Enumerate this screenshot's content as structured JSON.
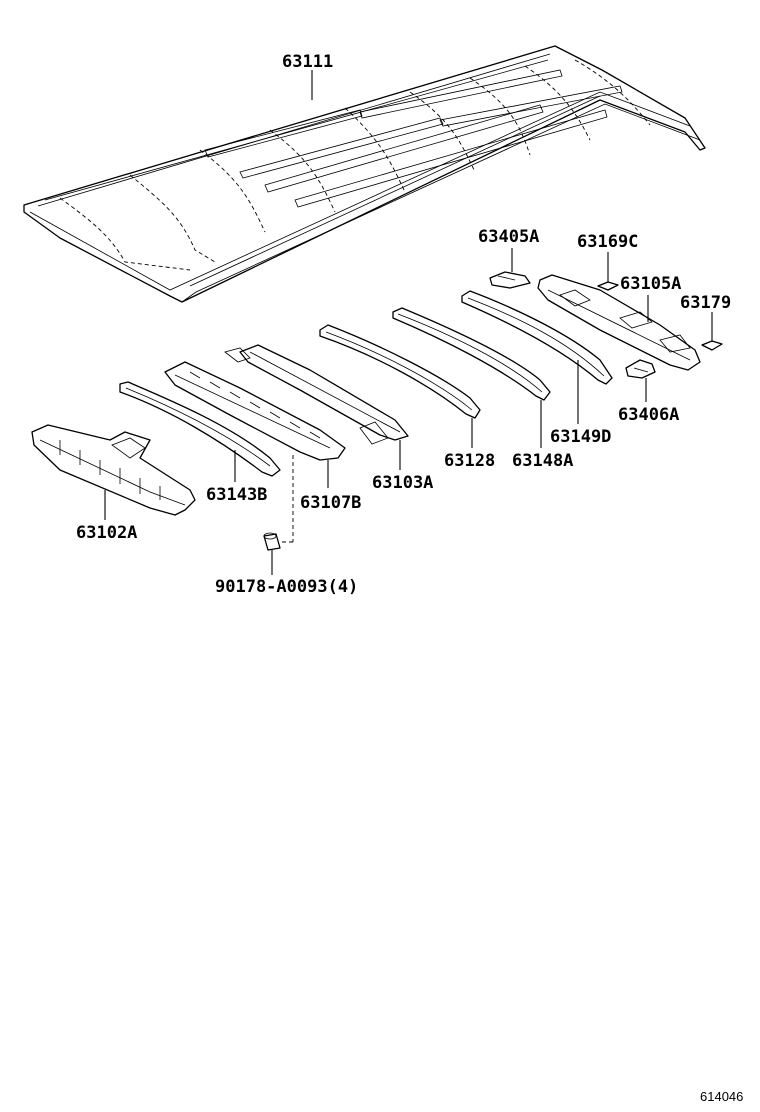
{
  "labels": {
    "p63111": "63111",
    "p63405A": "63405A",
    "p63169C": "63169C",
    "p63105A": "63105A",
    "p63179": "63179",
    "p63406A": "63406A",
    "p63149D": "63149D",
    "p63148A": "63148A",
    "p63128": "63128",
    "p63103A": "63103A",
    "p63107B": "63107B",
    "p63143B": "63143B",
    "p63102A": "63102A",
    "p90178": "90178-A0093(4)"
  },
  "diagram_code": "614046"
}
